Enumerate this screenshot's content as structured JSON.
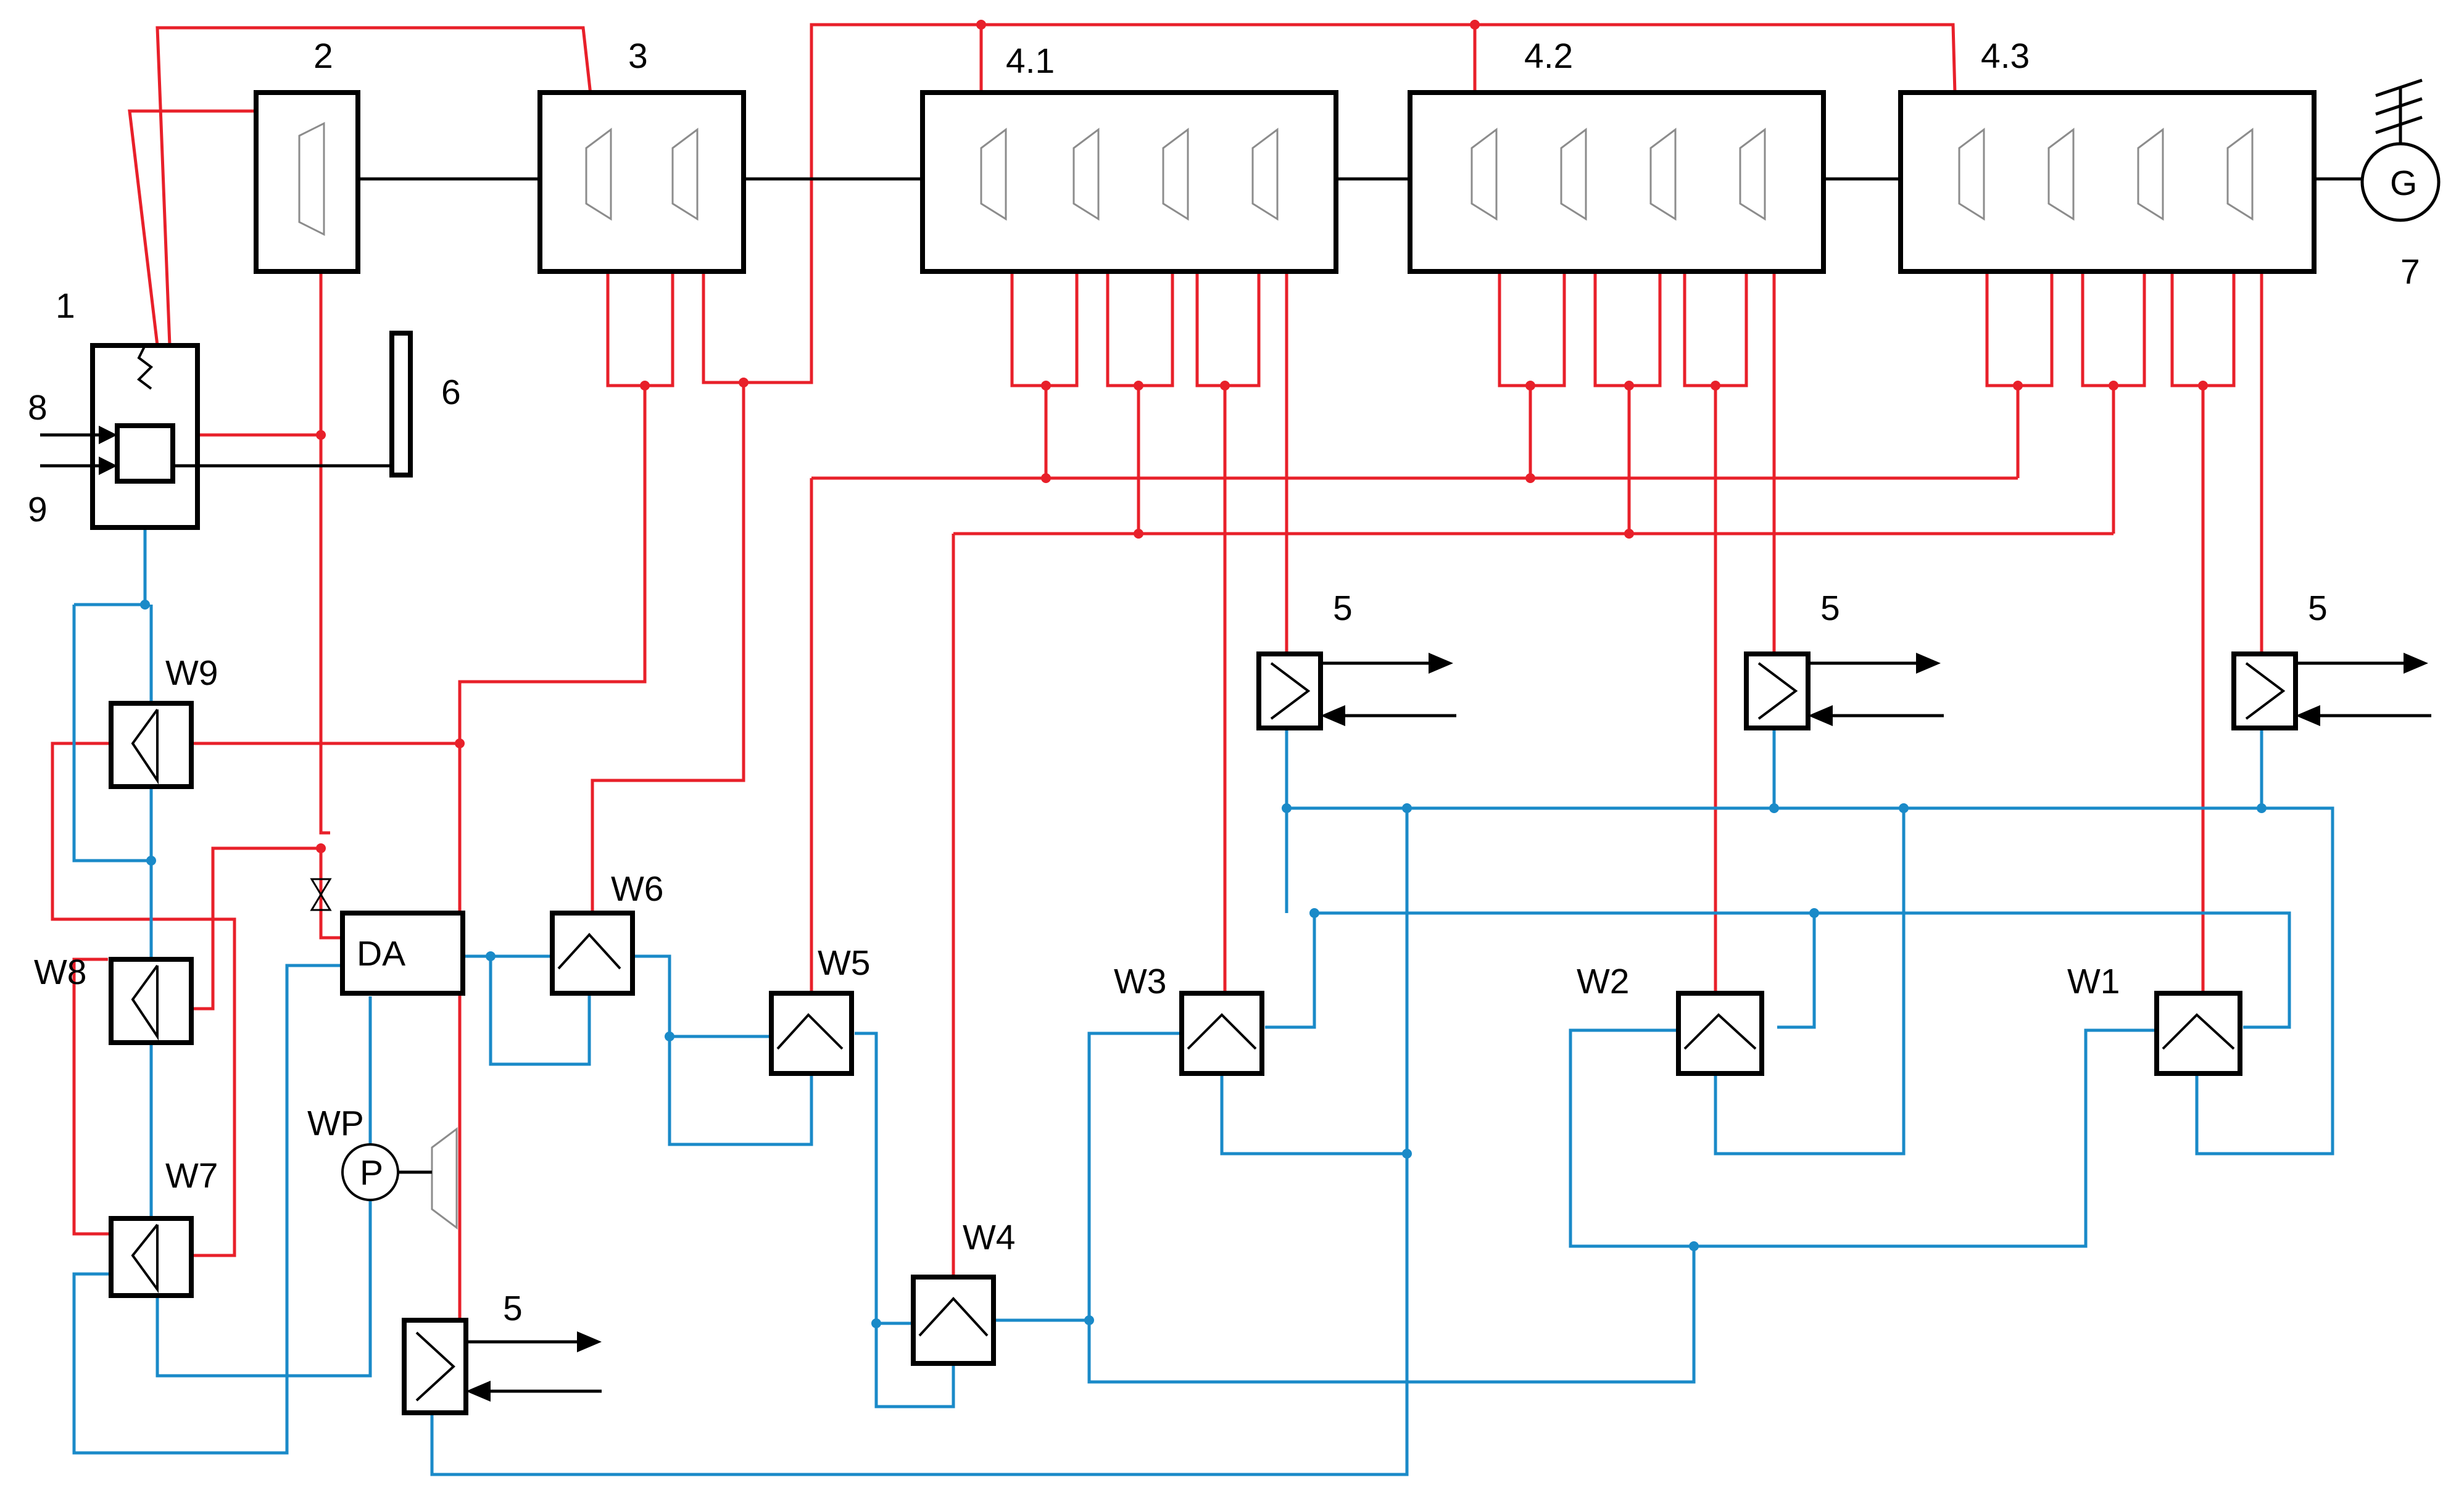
{
  "colors": {
    "steam": "#e8202a",
    "water": "#1a8ac8",
    "outline": "#000000",
    "turbine_outline": "#8c8c8c"
  },
  "components": {
    "boiler": "1",
    "hp_turbine": "2",
    "ip_turbine": "3",
    "lp_turbine_1": "4.1",
    "lp_turbine_2": "4.2",
    "lp_turbine_3": "4.3",
    "condenser": "5",
    "stack": "6",
    "generator_number": "7",
    "generator_symbol": "G",
    "inlet_8": "8",
    "inlet_9": "9",
    "deaerator": "DA",
    "pump_label": "WP",
    "pump_symbol": "P"
  },
  "heaters": [
    "W1",
    "W2",
    "W3",
    "W4",
    "W5",
    "W6",
    "W7",
    "W8",
    "W9"
  ]
}
